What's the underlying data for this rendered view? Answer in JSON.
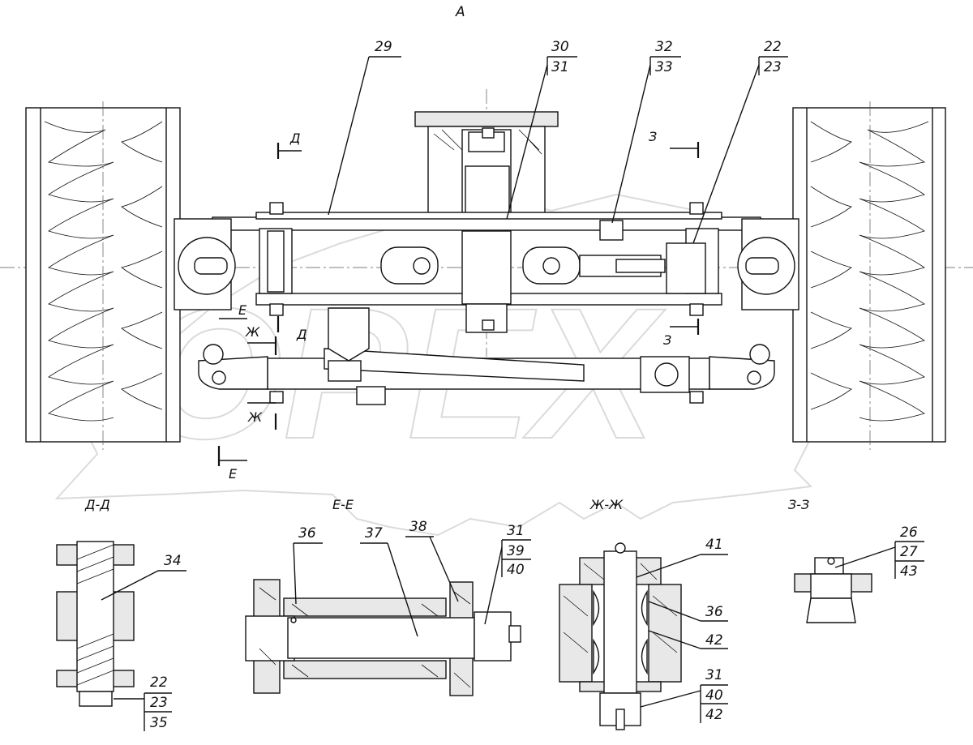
{
  "view_title": "А",
  "callouts": {
    "c29": "29",
    "c30": "30",
    "c31": "31",
    "c32": "32",
    "c33": "33",
    "c22": "22",
    "c23": "23",
    "c34": "34",
    "c22b": "22",
    "c23b": "23",
    "c35": "35",
    "c36": "36",
    "c37": "37",
    "c38": "38",
    "c31b": "31",
    "c39": "39",
    "c40": "40",
    "c41": "41",
    "c36b": "36",
    "c42": "42",
    "c31c": "31",
    "c40b": "40",
    "c42b": "42",
    "c26": "26",
    "c27": "27",
    "c43": "43"
  },
  "section_marks": {
    "d_top": "Д",
    "d_mid": "Д",
    "z_top": "З",
    "z_mid": "З",
    "e_top": "Е",
    "e_bot": "Е",
    "zh_top": "Ж",
    "zh_bot": "Ж"
  },
  "section_titles": {
    "dd": "Д-Д",
    "ee": "Е-Е",
    "zhzh": "Ж-Ж",
    "zz": "З-З"
  },
  "watermark_text": "OPEX"
}
